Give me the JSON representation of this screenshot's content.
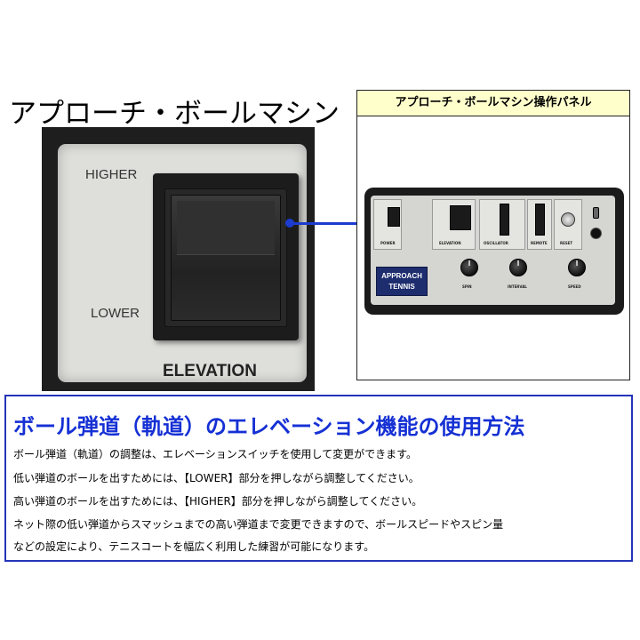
{
  "left_title": "アプローチ・ボールマシン",
  "switch_photo": {
    "higher_label": "HIGHER",
    "lower_label": "LOWER",
    "elevation_label": "ELEVATION"
  },
  "panel": {
    "header": "アプローチ・ボールマシン操作パネル",
    "section_labels": [
      "POWER",
      "ELEVATION",
      "OSCILLATOR",
      "REMOTE",
      "RESET"
    ],
    "logo_line1": "APPROACH",
    "logo_line2": "TENNIS",
    "knob_labels": [
      "SPIN",
      "INTERVAL",
      "SPEED"
    ],
    "accent_color": "#1b3ccf"
  },
  "info": {
    "heading": "ボール弾道（軌道）のエレベーション機能の使用方法",
    "lines": [
      "ボール弾道（軌道）の調整は、エレベーションスイッチを使用して変更ができます。",
      "低い弾道のボールを出すためには、【LOWER】部分を押しながら調整してください。",
      "高い弾道のボールを出すためには、【HIGHER】部分を押しながら調整してください。",
      "ネット際の低い弾道からスマッシュまでの高い弾道まで変更できますので、ボールスピードやスピン量",
      "などの設定により、テニスコートを幅広く利用した練習が可能になります。"
    ],
    "heading_color": "#1530d4",
    "border_color": "#2434b8"
  }
}
